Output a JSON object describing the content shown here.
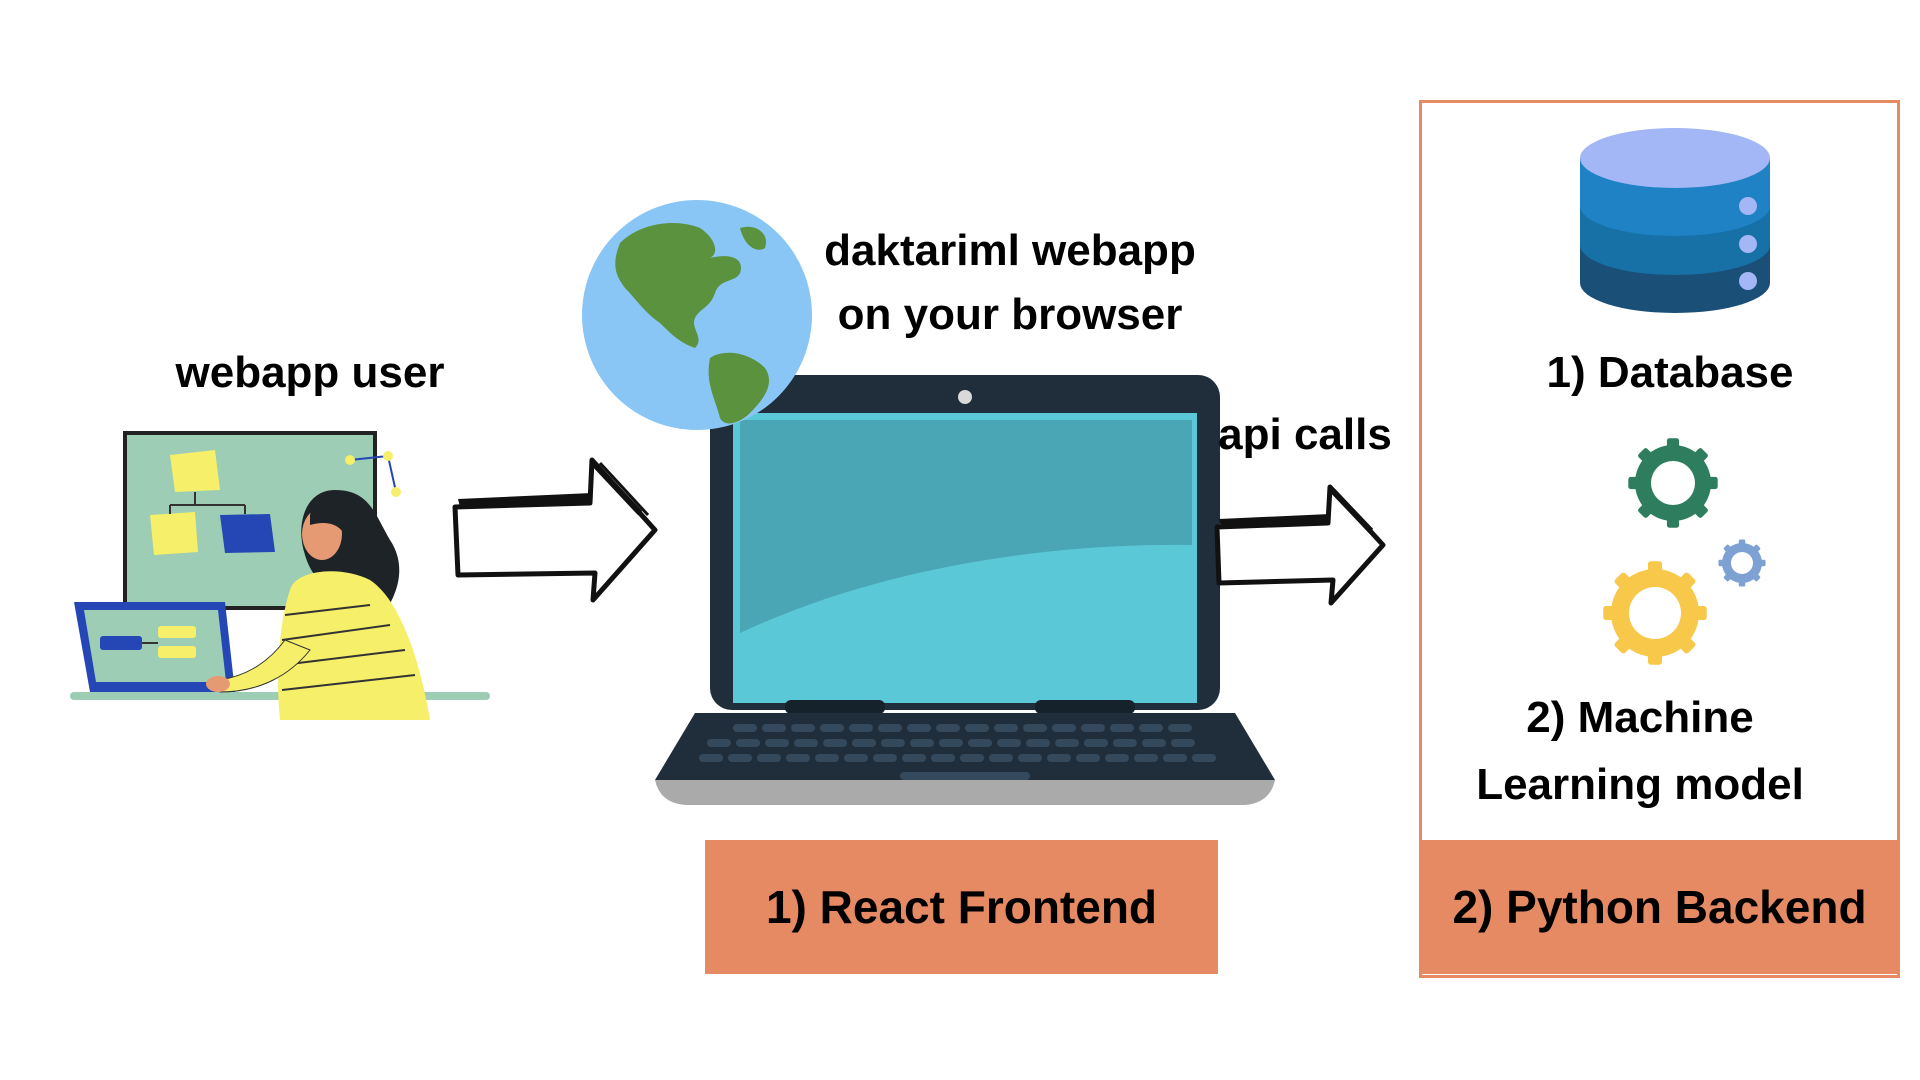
{
  "labels": {
    "user": "webapp user",
    "browser_line1": "daktariml webapp",
    "browser_line2": "on your browser",
    "api": "api calls",
    "database": "1) Database",
    "ml_line1": "2) Machine",
    "ml_line2": "Learning model"
  },
  "boxes": {
    "frontend": "1) React Frontend",
    "backend": "2) Python Backend"
  },
  "colors": {
    "accent": "#e58a63",
    "screen": "#5ac8d6",
    "laptop": "#1f2e3a",
    "globe_water": "#8ac6f5",
    "globe_land": "#5a923e",
    "db_top": "#a3b6f5",
    "db_body": "#1e82c4",
    "gear_green": "#2e7d5e",
    "gear_yellow": "#f7c84a",
    "gear_blue": "#7ea1d3"
  },
  "icons": [
    "user-illustration-icon",
    "arrow-right-icon",
    "globe-icon",
    "laptop-icon",
    "database-icon",
    "gears-icon"
  ]
}
